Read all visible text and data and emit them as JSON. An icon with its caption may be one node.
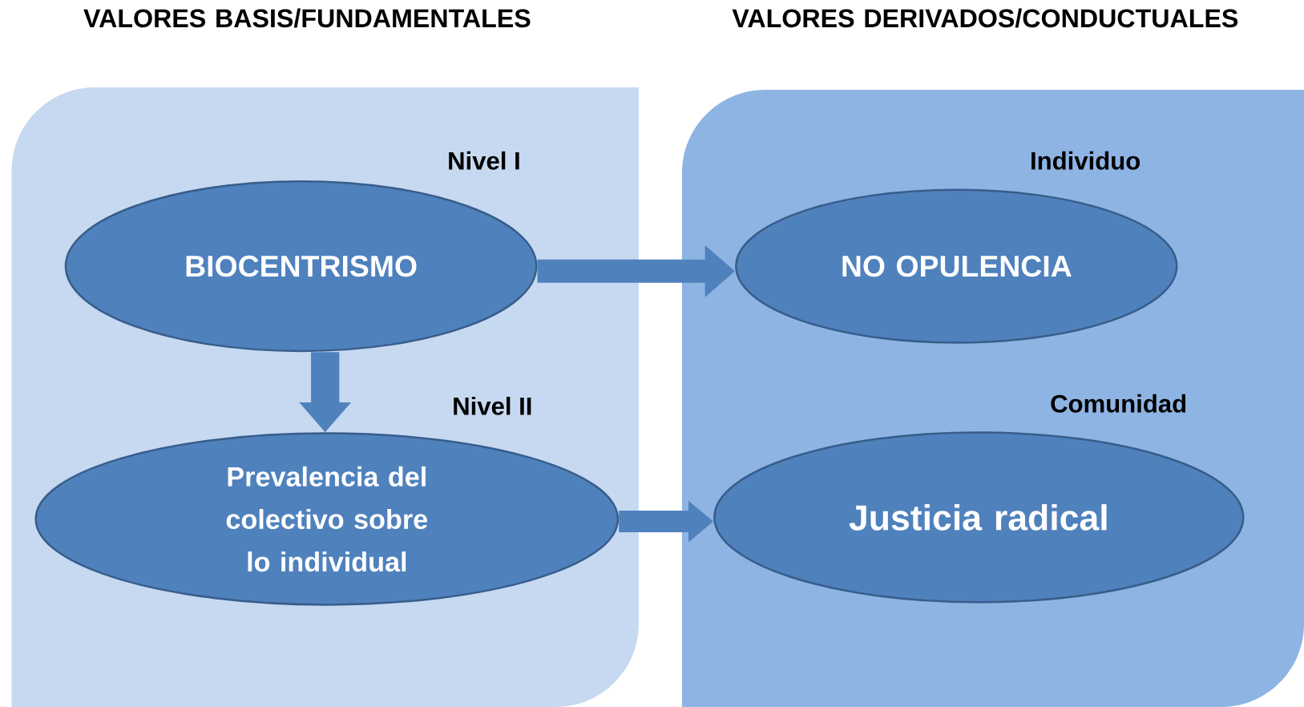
{
  "diagram": {
    "nodes": [
      {
        "text": [
          "VALORES BASIS/FUNDAMENTALES"
        ]
      },
      {
        "text": [
          "BIOCENTRISMO"
        ],
        "in": 0,
        "beside": [
          "Nivel I"
        ]
      },
      {
        "text": [
          "Prevalencia del colectivo sobre lo individual"
        ],
        "in": 0,
        "beside": [
          "Nivel II"
        ]
      },
      {
        "text": [
          "VALORES DERIVADOS/CONDUCTUALES"
        ]
      },
      {
        "text": [
          "NO OPULENCIA"
        ],
        "in": 3,
        "beside": [
          "Individuo"
        ]
      },
      {
        "text": [
          "Justicia radical"
        ],
        "in": 3,
        "beside": [
          "Comunidad"
        ]
      }
    ],
    "edges": [
      {
        "from": 1,
        "to": 4,
        "arrow": "to"
      },
      {
        "from": 1,
        "to": 2,
        "arrow": "to"
      },
      {
        "from": 2,
        "to": 5,
        "arrow": "to"
      }
    ]
  }
}
